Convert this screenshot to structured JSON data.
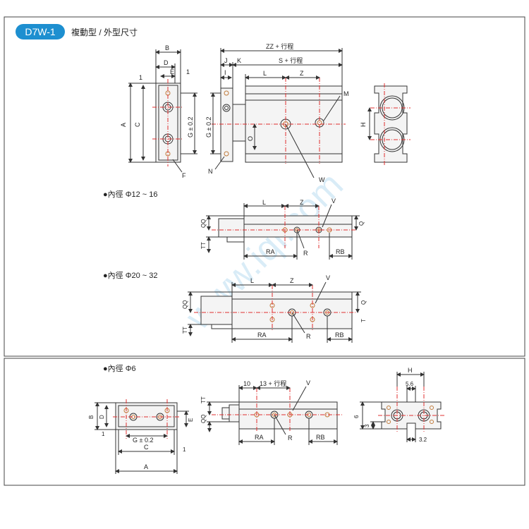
{
  "header": {
    "badge": "D7W-1",
    "title": "複動型 / 外型尺寸"
  },
  "sections": {
    "bore_12_16": "●內徑 Φ12 ~ 16",
    "bore_20_32": "●內徑 Φ20 ~ 32",
    "bore_6": "●內徑 Φ6"
  },
  "labels": {
    "B": "B",
    "D": "D",
    "E": "E",
    "one": "1",
    "A": "A",
    "C": "C",
    "G_tol": "G ± 0.2",
    "F": "F",
    "J": "J",
    "K": "K",
    "ZZ": "ZZ + 行程",
    "S": "S + 行程",
    "L": "L",
    "Z": "Z",
    "M": "M",
    "H": "H",
    "N": "N",
    "O": "O",
    "W": "W",
    "V": "V",
    "R": "R",
    "RA": "RA",
    "RB": "RB",
    "QQ": "QQ",
    "TT": "TT",
    "Q": "Q",
    "T": "T",
    "I": "I",
    "ten": "10",
    "thirteen": "13 + 行程",
    "six": "6",
    "three": "3",
    "five_six": "5.6",
    "three_two": "3.2"
  },
  "watermark": "www.iqi.com",
  "colors": {
    "accent": "#1d8fd0",
    "centerline": "#e03030",
    "hole": "#c07a3a",
    "line": "#333333",
    "body_fill": "#f4f4f4"
  }
}
